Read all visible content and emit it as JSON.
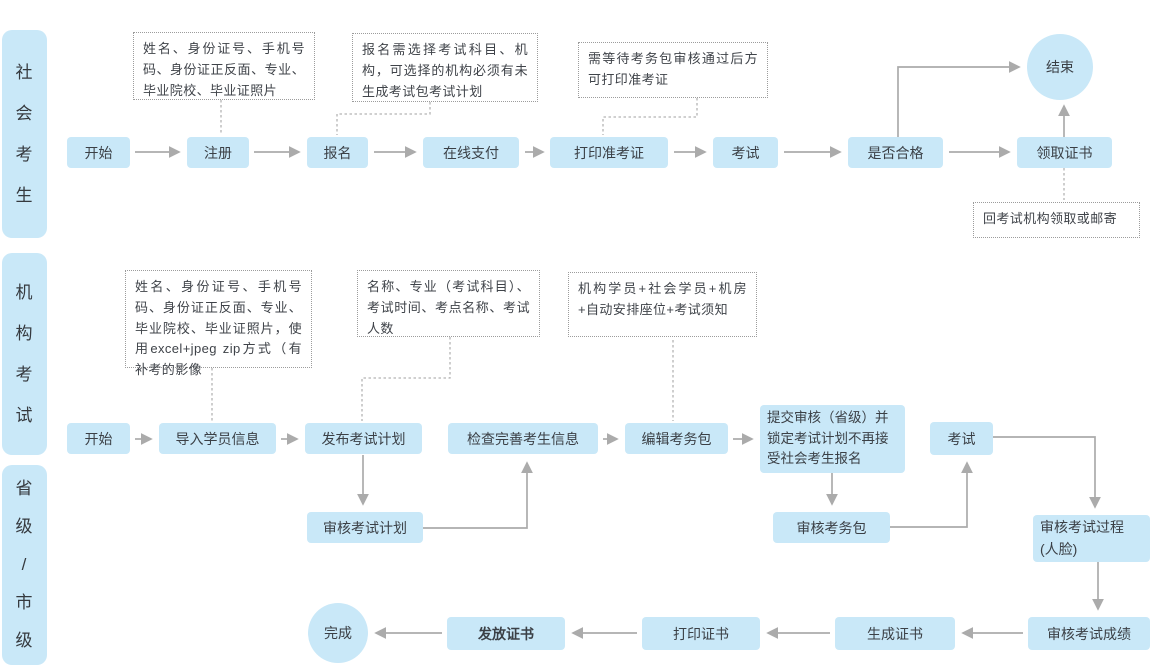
{
  "colors": {
    "node_fill": "#c9e8f8",
    "node_text": "#3b4046",
    "arrow": "#ababab",
    "note_border": "#9c9c9c",
    "background": "#ffffff"
  },
  "lanes": {
    "social": {
      "label": "社\n会\n考\n生"
    },
    "institution": {
      "label": "机\n构\n考\n试"
    },
    "provincial": {
      "label": "省\n级\n/\n市\n级"
    }
  },
  "nodes": {
    "start1": {
      "label": "开始"
    },
    "register": {
      "label": "注册"
    },
    "signup": {
      "label": "报名"
    },
    "pay": {
      "label": "在线支付"
    },
    "print_ticket": {
      "label": "打印准考证"
    },
    "exam1": {
      "label": "考试"
    },
    "pass_check": {
      "label": "是否合格"
    },
    "get_cert": {
      "label": "领取证书"
    },
    "end1": {
      "label": "结束"
    },
    "start2": {
      "label": "开始"
    },
    "import_students": {
      "label": "导入学员信息"
    },
    "publish_plan": {
      "label": "发布考试计划"
    },
    "check_info": {
      "label": "检查完善考生信息"
    },
    "edit_pack": {
      "label": "编辑考务包"
    },
    "submit_audit": {
      "label": "提交审核（省级）并锁定考试计划不再接受社会考生报名"
    },
    "exam2": {
      "label": "考试"
    },
    "audit_plan": {
      "label": "审核考试计划"
    },
    "audit_pack": {
      "label": "审核考务包"
    },
    "audit_process": {
      "label": "审核考试过程\n(人脸)"
    },
    "audit_score": {
      "label": "审核考试成绩"
    },
    "gen_cert": {
      "label": "生成证书"
    },
    "print_cert": {
      "label": "打印证书"
    },
    "issue_cert": {
      "label": "发放证书"
    },
    "done": {
      "label": "完成"
    }
  },
  "notes": {
    "register_fields": {
      "text": "姓名、身份证号、手机号码、身份证正反面、专业、毕业院校、毕业证照片"
    },
    "signup_rule": {
      "text": "报名需选择考试科目、机构，可选择的机构必须有未生成考试包考试计划"
    },
    "print_rule": {
      "text": "需等待考务包审核通过后方可打印准考证"
    },
    "import_fields": {
      "text": "姓名、身份证号、手机号码、身份证正反面、专业、毕业院校、毕业证照片，使用excel+jpeg zip方式（有补考的影像"
    },
    "plan_fields": {
      "text": "名称、专业（考试科目）、考试时间、考点名称、考试人数"
    },
    "pack_fields": {
      "text": "机构学员+社会学员+机房+自动安排座位+考试须知"
    },
    "cert_pickup": {
      "text": "回考试机构领取或邮寄"
    }
  }
}
